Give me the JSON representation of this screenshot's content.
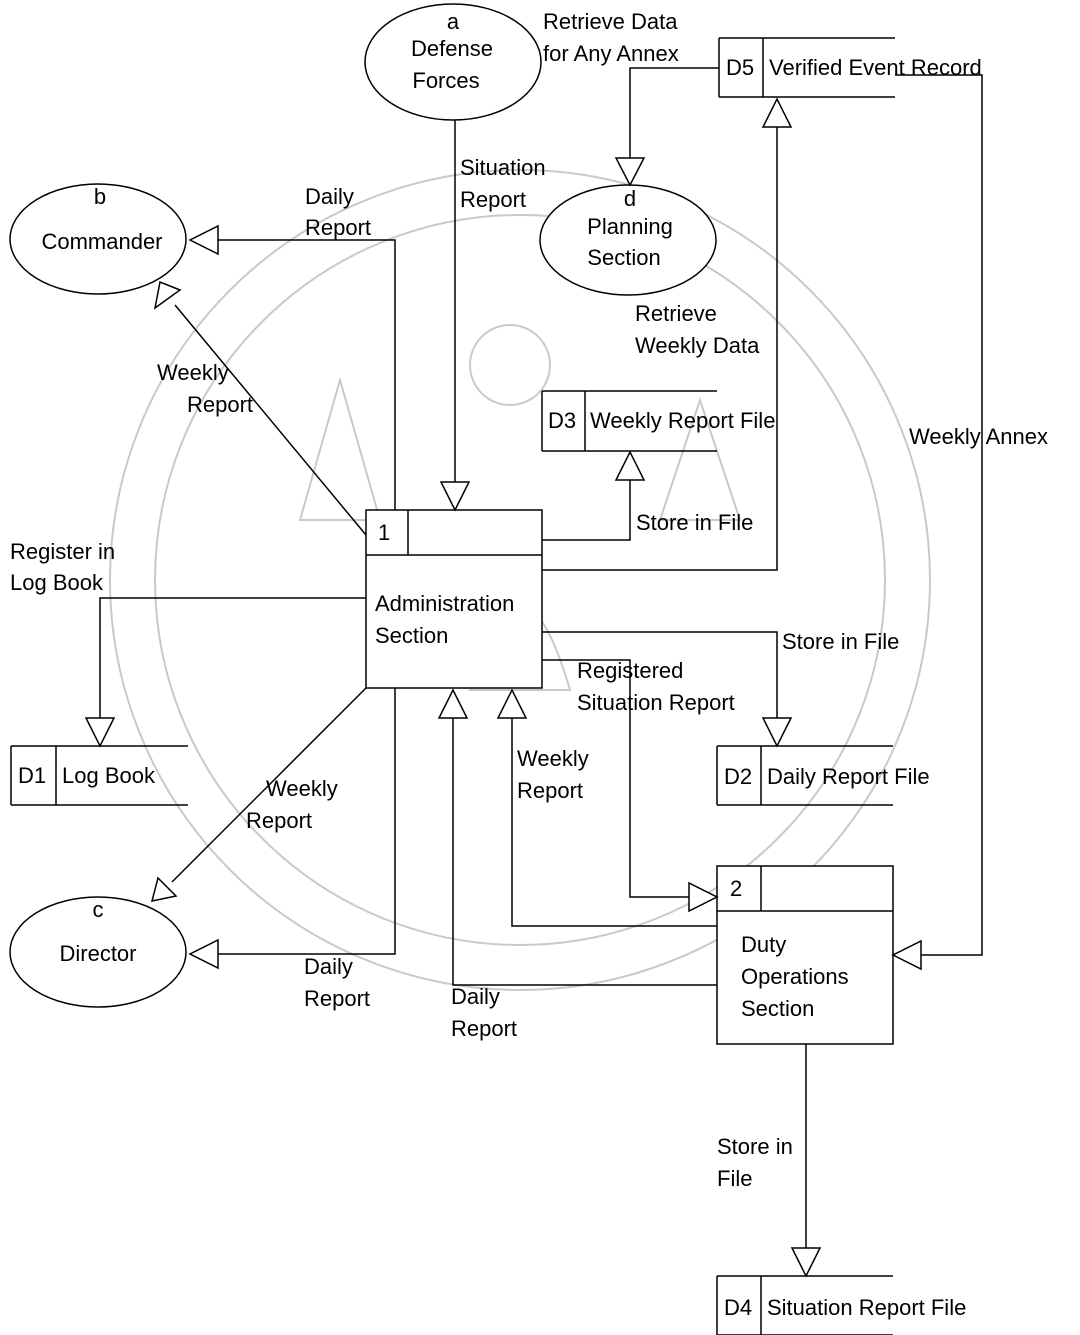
{
  "entities": {
    "defense": {
      "letter": "a",
      "line1": "Defense",
      "line2": "Forces"
    },
    "commander": {
      "letter": "b",
      "line1": "Commander"
    },
    "director": {
      "letter": "c",
      "line1": "Director"
    },
    "planning": {
      "letter": "d",
      "line1": "Planning",
      "line2": "Section"
    }
  },
  "processes": {
    "admin": {
      "number": "1",
      "line1": "Administration",
      "line2": "Section"
    },
    "duty": {
      "number": "2",
      "line1": "Duty",
      "line2": "Operations",
      "line3": "Section"
    }
  },
  "stores": {
    "d1": {
      "id": "D1",
      "name": "Log Book"
    },
    "d2": {
      "id": "D2",
      "name": "Daily Report File"
    },
    "d3": {
      "id": "D3",
      "name": "Weekly Report File"
    },
    "d4": {
      "id": "D4",
      "name": "Situation Report File"
    },
    "d5": {
      "id": "D5",
      "name": "Verified Event Record"
    }
  },
  "flows": {
    "retrieve_any": [
      "Retrieve Data",
      "for Any Annex"
    ],
    "situation": [
      "Situation",
      "Report"
    ],
    "daily_cmd": [
      "Daily",
      "Report"
    ],
    "weekly_cmd": [
      "Weekly",
      "Report"
    ],
    "retrieve_weekly": [
      "Retrieve",
      "Weekly Data"
    ],
    "weekly_annex": [
      "Weekly Annex"
    ],
    "store_d3": [
      "Store in File"
    ],
    "register_log": [
      "Register in",
      "Log Book"
    ],
    "store_d2": [
      "Store in File"
    ],
    "registered_sit": [
      "Registered",
      "Situation Report"
    ],
    "weekly_duty": [
      "Weekly",
      "Report"
    ],
    "weekly_dir": [
      "Weekly",
      "Report"
    ],
    "daily_dir": [
      "Daily",
      "Report"
    ],
    "daily_duty": [
      "Daily",
      "Report"
    ],
    "store_d4": [
      "Store in",
      "File"
    ]
  }
}
